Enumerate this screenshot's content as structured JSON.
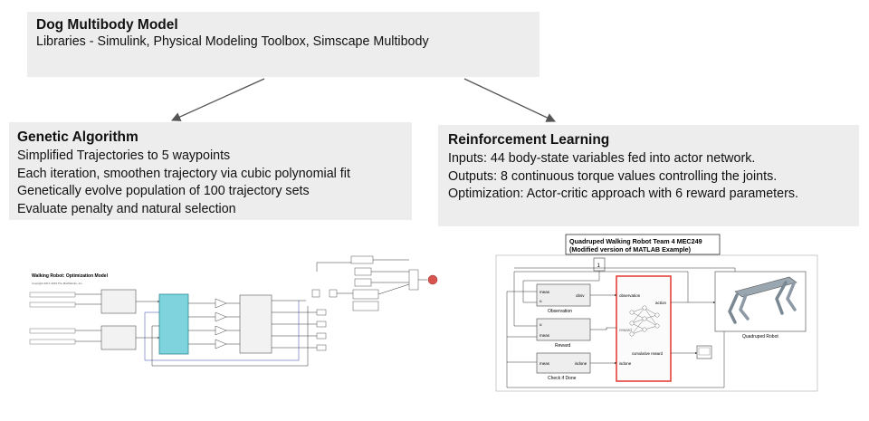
{
  "top": {
    "title": "Dog Multibody Model",
    "subtitle": "Libraries - Simulink, Physical Modeling Toolbox, Simscape Multibody"
  },
  "ga": {
    "title": "Genetic Algorithm",
    "lines": [
      "Simplified Trajectories to 5 waypoints",
      "Each iteration, smoothen trajectory via cubic polynomial fit",
      "Genetically evolve population of 100 trajectory sets",
      "Evaluate penalty and natural selection"
    ]
  },
  "rl": {
    "title": "Reinforcement Learning",
    "lines": [
      "Inputs: 44 body-state variables fed into actor network.",
      "Outputs: 8 continuous torque values controlling the joints.",
      "Optimization: Actor-critic approach with 6 reward parameters."
    ]
  },
  "left_model": {
    "title": "Walking Robot: Optimization Model",
    "copyright": "Copyright 2017-2019 The MathWorks, Inc.",
    "colors": {
      "block_fill": "#7fd3dc",
      "block_border": "#2a8a96",
      "scope": "#d9534f"
    }
  },
  "right_model": {
    "title_line1": "Quadruped Walking Robot Team 4 MEC249",
    "title_line2": "(Modified version of MATLAB Example)",
    "const_value": "1",
    "observation_block": {
      "in1": "meas",
      "in2": "u",
      "out": "obsv",
      "label": "Observation"
    },
    "reward_block": {
      "in1": "u",
      "in2": "meas",
      "label": "Reward"
    },
    "done_block": {
      "in": "meas",
      "out": "isdone",
      "label": "Check if Done"
    },
    "agent": {
      "in_observation": "observation",
      "in_reward": "reward",
      "in_isdone": "isdone",
      "out_action": "action",
      "out_cumulative": "cumulative reward"
    },
    "robot_label": "Quadruped Robot",
    "colors": {
      "agent_border": "#e0281e",
      "block_fill": "#eeeeee"
    }
  }
}
